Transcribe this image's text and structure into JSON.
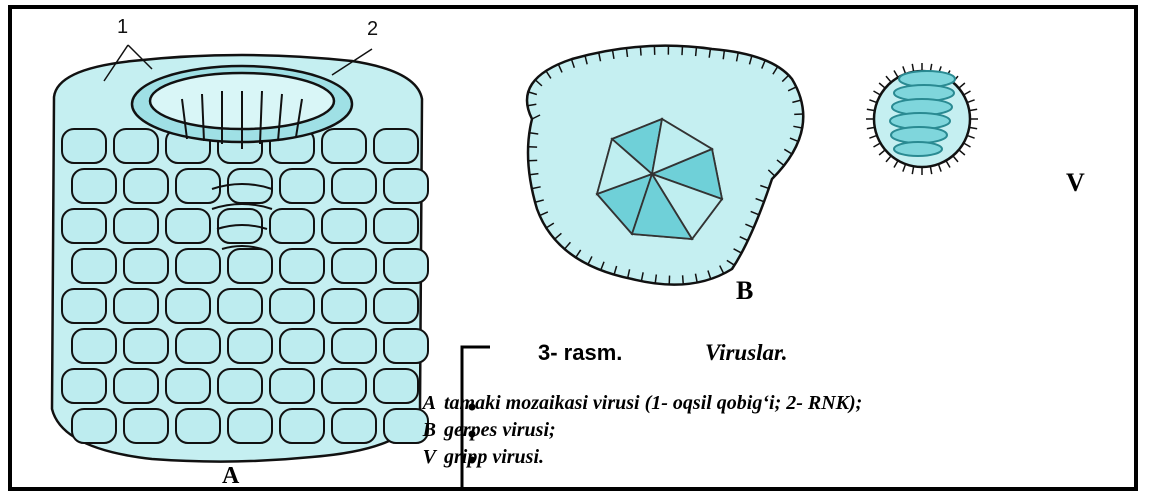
{
  "labels": {
    "a": "A",
    "b": "B",
    "v": "V",
    "part1": "1",
    "part2": "2"
  },
  "caption": {
    "title": "3- rasm.",
    "subtitle": "Viruslar.",
    "items": [
      {
        "key": "A",
        "text": "tamaki mozaikasi virusi (1- oqsil qobig‘i; 2- RNK);"
      },
      {
        "key": "B",
        "text": "gerpes virusi;"
      },
      {
        "key": "V",
        "text": "gripp virusi."
      }
    ]
  },
  "colors": {
    "fill": "#bfeef0",
    "fill_dark": "#7fd6dc",
    "stroke": "#111111",
    "frame": "#000000"
  }
}
